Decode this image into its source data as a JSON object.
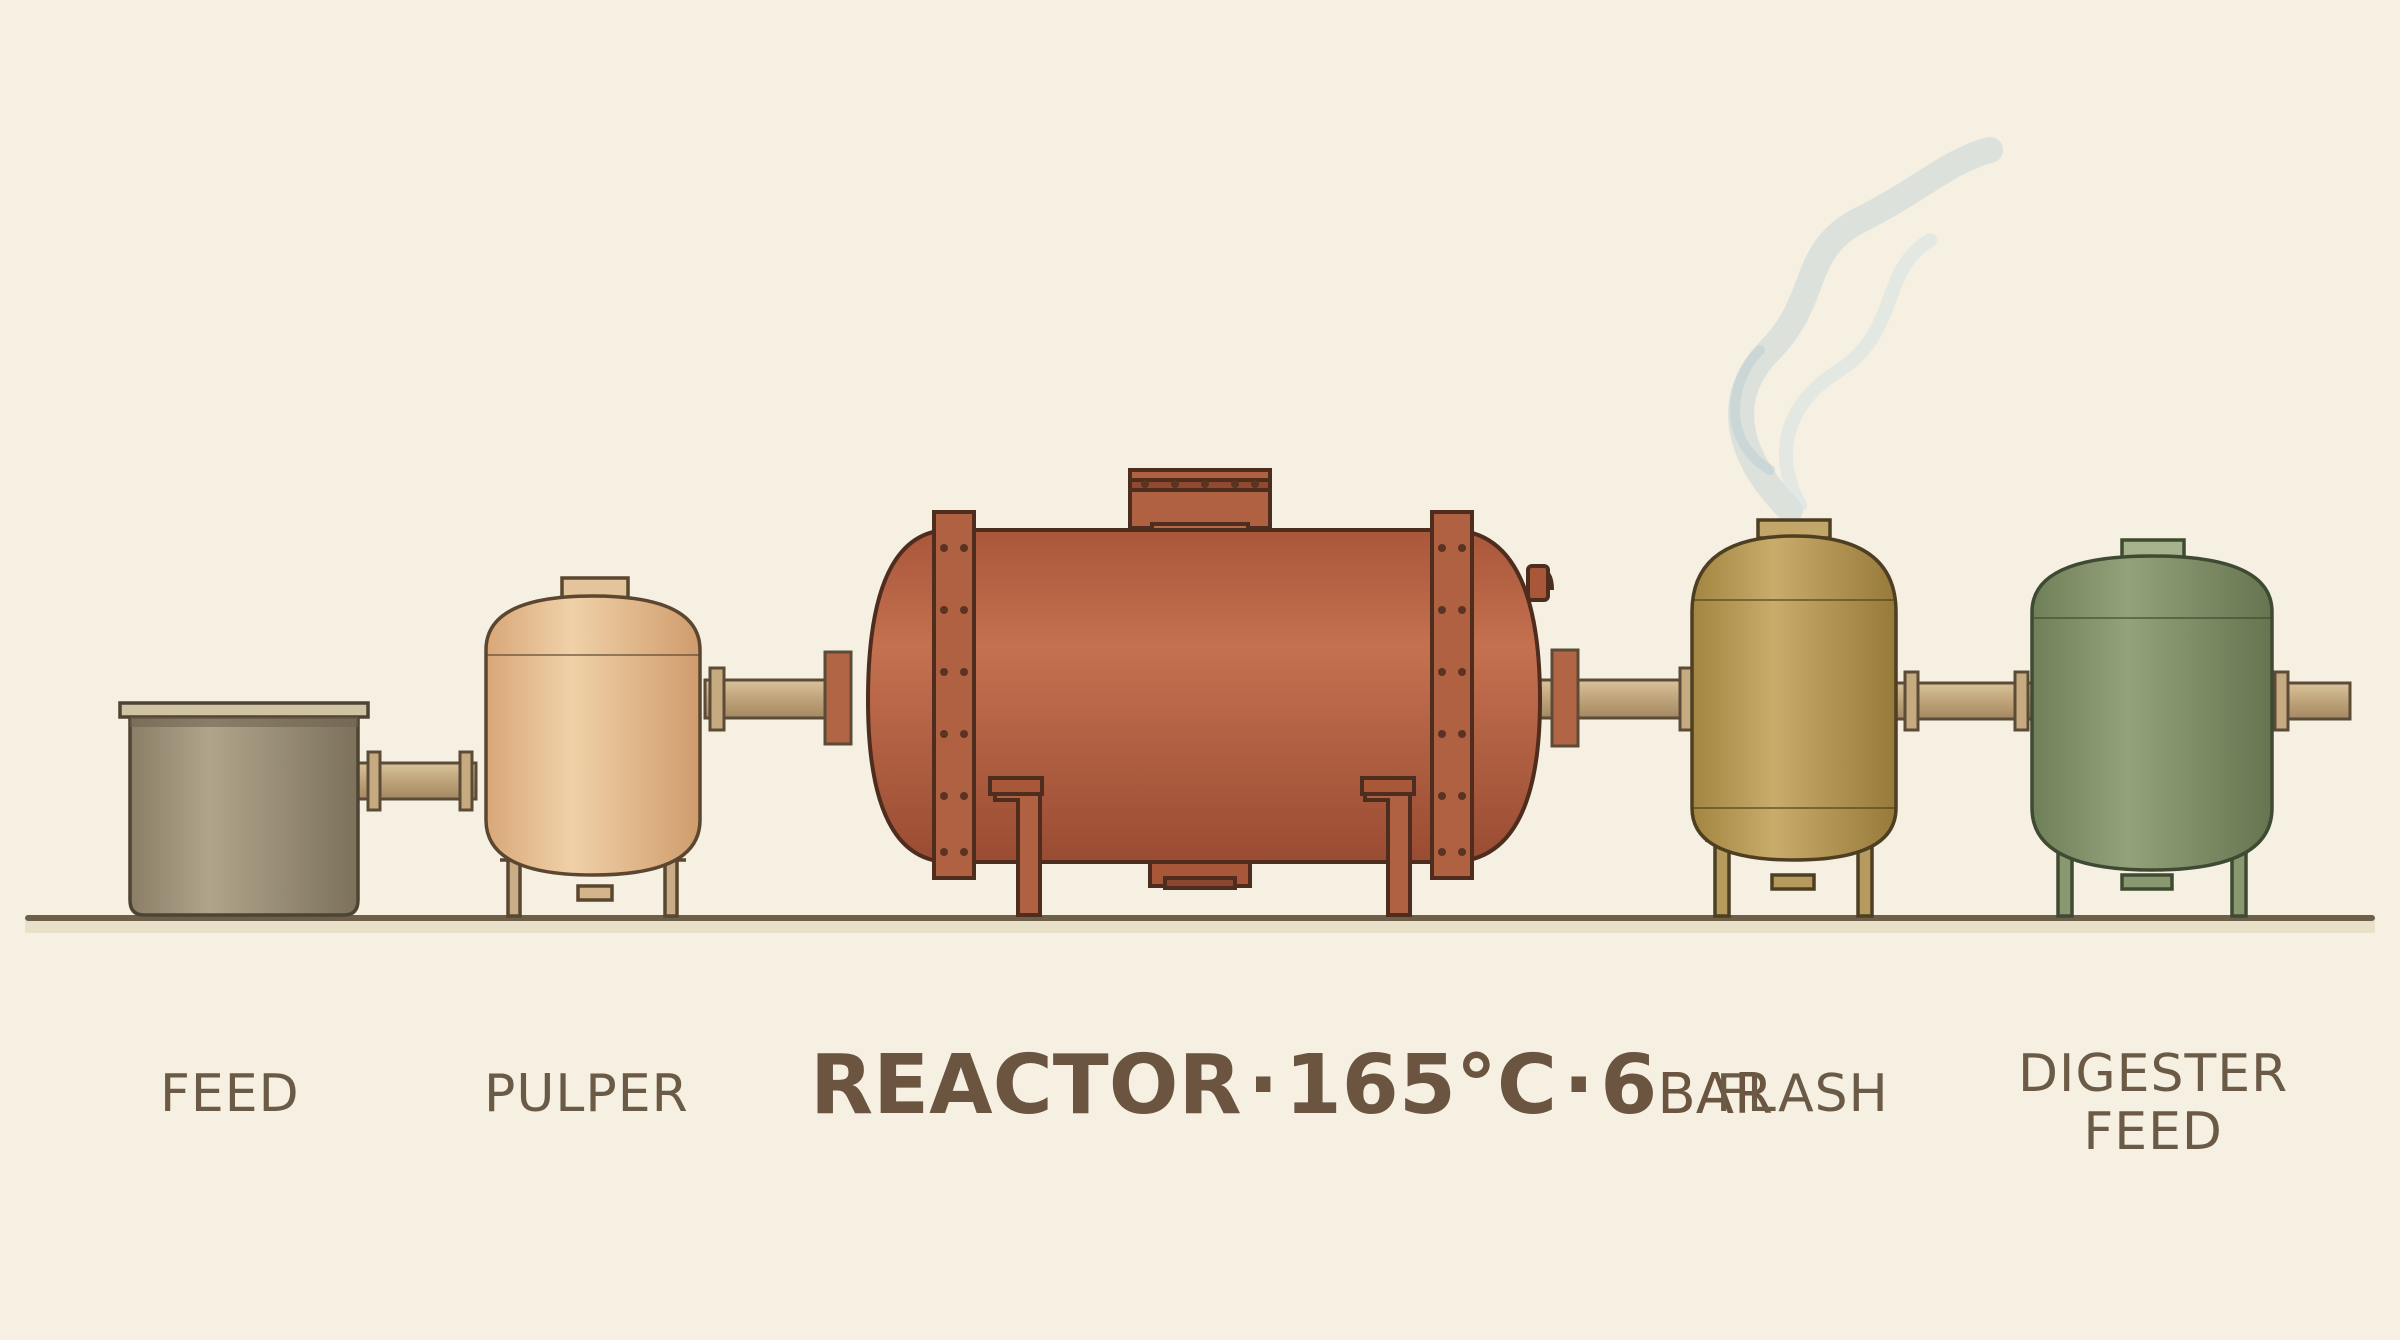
{
  "labels": {
    "feed": "FEED",
    "pulper": "PULPER",
    "reactor": {
      "name": "REACTOR",
      "separator": "·",
      "temperature": "165°C",
      "pressure_value": "6",
      "pressure_unit": "BAR"
    },
    "flash": "FLASH",
    "digester_line1": "DIGESTER",
    "digester_line2": "FEED"
  },
  "colors": {
    "background": "#f5f0e1",
    "ink": "#6b5a45",
    "feed_tank": "#9c9077",
    "pulper_vessel": "#e6bf93",
    "reactor_vessel": "#b8623f",
    "flash_vessel": "#b39554",
    "digester_vessel": "#7d8c63",
    "steam": "#c3d4d6"
  },
  "icons": [
    "feed-tank-icon",
    "pulper-vessel-icon",
    "reactor-vessel-icon",
    "flash-vessel-icon",
    "digester-vessel-icon",
    "steam-icon"
  ]
}
